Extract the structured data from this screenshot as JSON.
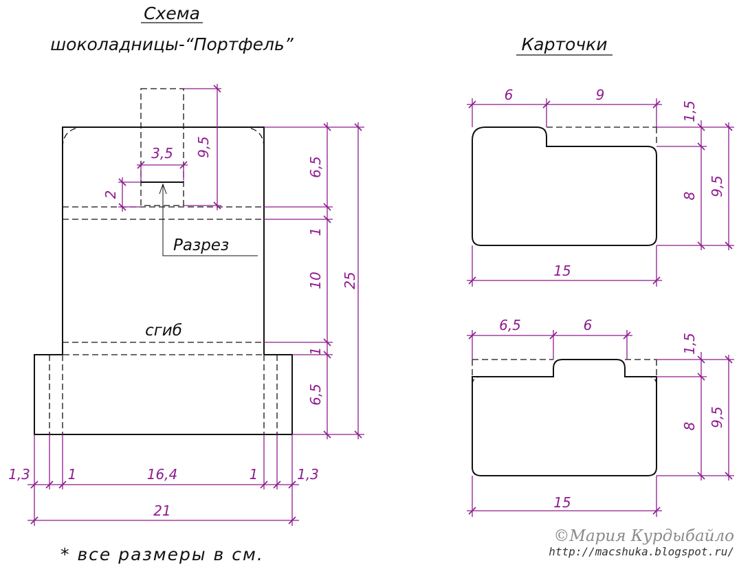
{
  "left_title": {
    "line1": "Схема",
    "line2": "шоколадницы-“Портфель”"
  },
  "right_title": "Карточки",
  "labels": {
    "cut": "Разрез",
    "fold": "сгиб"
  },
  "note": "* все размеры в см.",
  "copyright": {
    "author": "©Мария Курдыбайло",
    "url": "http://macshuka.blogspot.ru/"
  },
  "colors": {
    "dimension": "#8e1a8e",
    "outline": "#111111",
    "copyright": "#8a8a8a"
  },
  "scheme_dims": {
    "top_dim_3_5": "3,5",
    "dim_9_5": "9,5",
    "dim_2": "2",
    "dim_6_5_top": "6,5",
    "dim_1_top": "1",
    "dim_10": "10",
    "dim_25": "25",
    "dim_1_bottom": "1",
    "dim_6_5_bottom": "6,5",
    "dim_1_3_left": "1,3",
    "dim_1_left": "1",
    "dim_16_4": "16,4",
    "dim_1_right": "1",
    "dim_1_3_right": "1,3",
    "dim_21": "21"
  },
  "card1_dims": {
    "top_left": "6",
    "top_right": "9",
    "right_1_5": "1,5",
    "right_8": "8",
    "right_9_5": "9,5",
    "bottom_15": "15"
  },
  "card2_dims": {
    "top_left": "6,5",
    "top_right": "6",
    "right_1_5": "1,5",
    "right_8": "8",
    "right_9_5": "9,5",
    "bottom_15": "15"
  }
}
